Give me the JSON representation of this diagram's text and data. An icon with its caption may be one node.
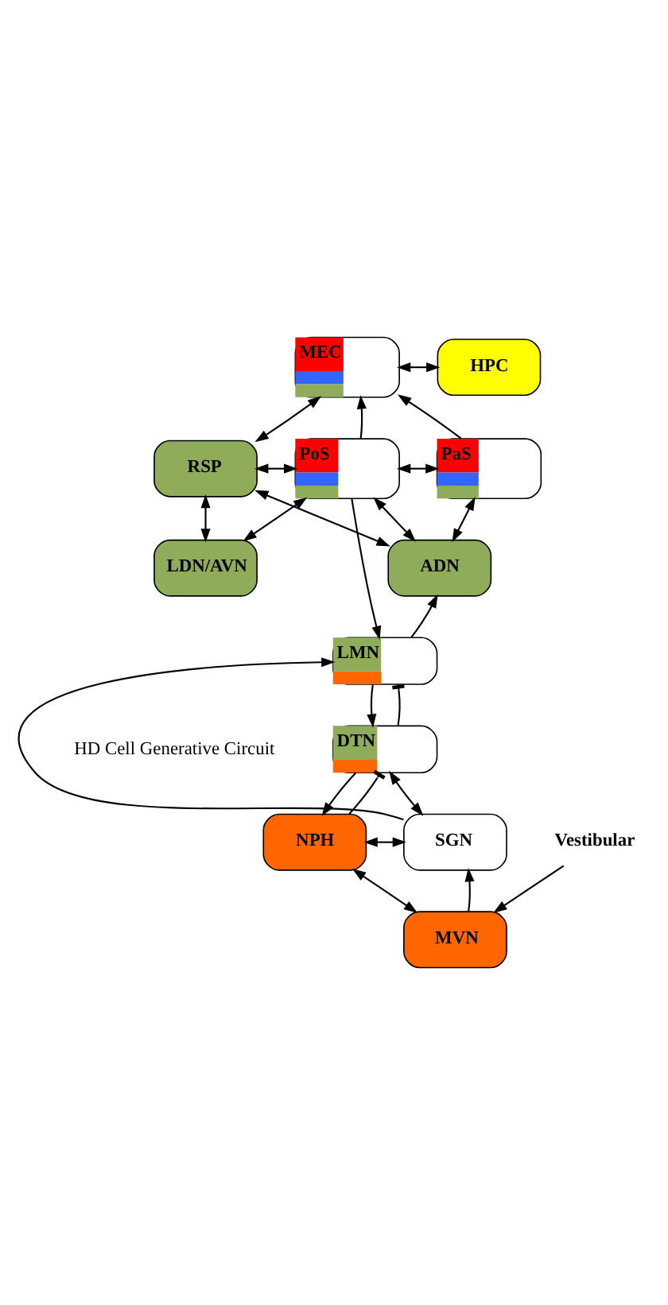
{
  "diagram": {
    "nodes": [
      {
        "text": [
          "MEC"
        ]
      },
      {
        "text": [
          "HPC"
        ]
      },
      {
        "text": [
          "RSP"
        ]
      },
      {
        "text": [
          "PoS"
        ]
      },
      {
        "text": [
          "PaS"
        ]
      },
      {
        "text": [
          "LDN/AVN"
        ]
      },
      {
        "text": [
          "ADN"
        ]
      },
      {
        "text": [
          "LMN"
        ]
      },
      {
        "text": [
          "DTN"
        ]
      },
      {
        "text": [
          "SGN"
        ]
      },
      {
        "text": [
          "NPH"
        ]
      },
      {
        "text": [
          "MVN"
        ]
      },
      {
        "text": [
          "Vestibular"
        ]
      }
    ],
    "edges": [
      {
        "from": 0,
        "to": 1,
        "arrow": "both"
      },
      {
        "from": 2,
        "to": 0,
        "arrow": "both"
      },
      {
        "from": 3,
        "to": 0,
        "arrow": "to"
      },
      {
        "from": 4,
        "to": 0,
        "arrow": "to"
      },
      {
        "from": 2,
        "to": 3,
        "arrow": "both"
      },
      {
        "from": 3,
        "to": 4,
        "arrow": "both"
      },
      {
        "from": 2,
        "to": 5,
        "arrow": "both"
      },
      {
        "from": 2,
        "to": 6,
        "arrow": "both"
      },
      {
        "from": 5,
        "to": 3,
        "arrow": "both"
      },
      {
        "from": 3,
        "to": 6,
        "arrow": "both"
      },
      {
        "from": 4,
        "to": 6,
        "arrow": "both"
      },
      {
        "from": 3,
        "to": 7,
        "arrow": "to"
      },
      {
        "from": 7,
        "to": 6,
        "arrow": "to"
      },
      {
        "from": 7,
        "to": 8,
        "arrow": "to"
      },
      {
        "from": 8,
        "to": 7,
        "arrow": "other"
      },
      {
        "from": 8,
        "to": 9,
        "arrow": "both"
      },
      {
        "from": 9,
        "to": 7,
        "arrow": "to"
      },
      {
        "from": 8,
        "to": 10,
        "arrow": "to"
      },
      {
        "from": 10,
        "to": 8,
        "arrow": "other"
      },
      {
        "from": 10,
        "to": 9,
        "arrow": "both"
      },
      {
        "from": 10,
        "to": 11,
        "arrow": "both"
      },
      {
        "from": 11,
        "to": 9,
        "arrow": "to"
      },
      {
        "from": 12,
        "to": 11,
        "arrow": "to"
      }
    ],
    "labels": [
      "HD Cell Generative Circuit"
    ]
  }
}
